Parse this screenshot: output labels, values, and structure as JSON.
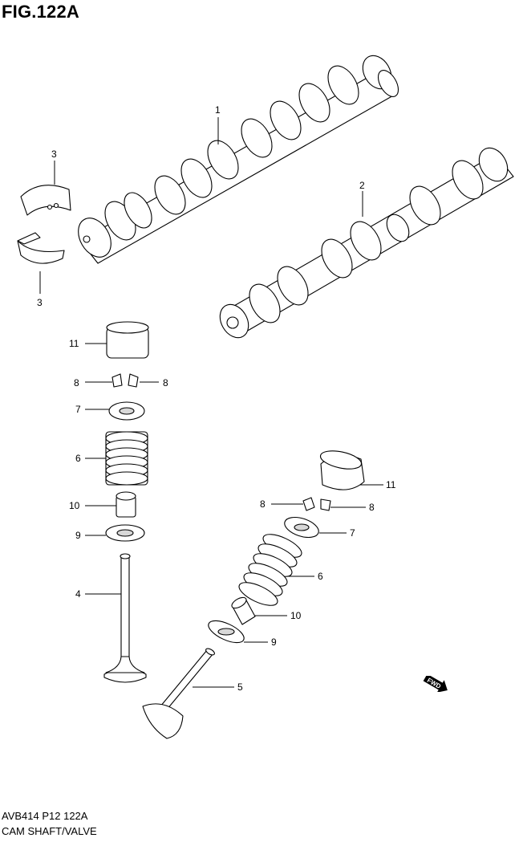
{
  "figure": {
    "title": "FIG.122A",
    "code": "AVB414 P12 122A",
    "name": "CAM SHAFT/VALVE"
  },
  "direction_badge": {
    "label": "FWD"
  },
  "callouts": [
    {
      "id": "c1",
      "label": "1"
    },
    {
      "id": "c2",
      "label": "2"
    },
    {
      "id": "c3a",
      "label": "3"
    },
    {
      "id": "c3b",
      "label": "3"
    },
    {
      "id": "c11a",
      "label": "11"
    },
    {
      "id": "c8a",
      "label": "8"
    },
    {
      "id": "c8b",
      "label": "8"
    },
    {
      "id": "c7a",
      "label": "7"
    },
    {
      "id": "c6a",
      "label": "6"
    },
    {
      "id": "c10a",
      "label": "10"
    },
    {
      "id": "c9a",
      "label": "9"
    },
    {
      "id": "c4",
      "label": "4"
    },
    {
      "id": "c11b",
      "label": "11"
    },
    {
      "id": "c8c",
      "label": "8"
    },
    {
      "id": "c8d",
      "label": "8"
    },
    {
      "id": "c7b",
      "label": "7"
    },
    {
      "id": "c6b",
      "label": "6"
    },
    {
      "id": "c10b",
      "label": "10"
    },
    {
      "id": "c9b",
      "label": "9"
    },
    {
      "id": "c5",
      "label": "5"
    }
  ]
}
